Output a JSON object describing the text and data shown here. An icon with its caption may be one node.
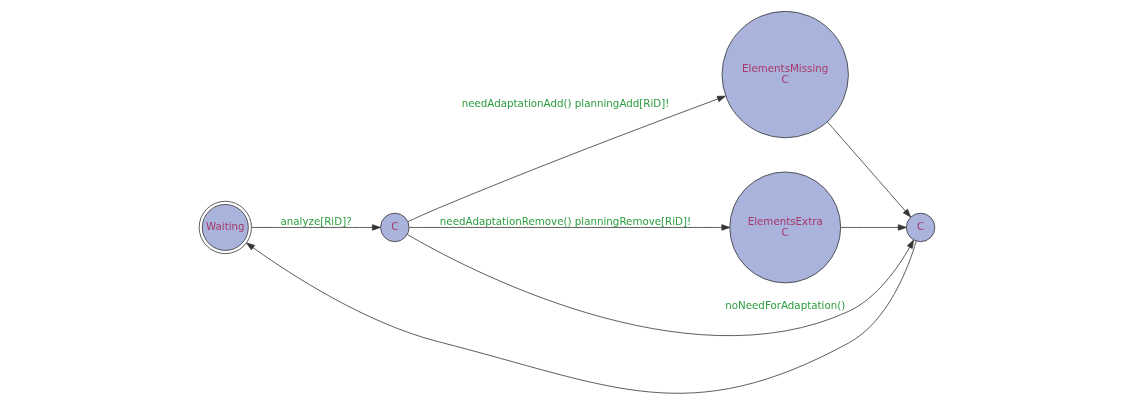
{
  "diagram": {
    "nodes": [
      {
        "text": [
          "Waiting"
        ]
      },
      {
        "text": [
          "C"
        ]
      },
      {
        "text": [
          "ElementsMissing",
          "C"
        ]
      },
      {
        "text": [
          "ElementsExtra",
          "C"
        ]
      },
      {
        "text": [
          "C"
        ]
      }
    ],
    "edges": [
      {
        "from": 0,
        "to": 1,
        "arrow": "to",
        "label": "analyze[RiD]?"
      },
      {
        "from": 1,
        "to": 2,
        "arrow": "to",
        "label": "needAdaptationAdd() planningAdd[RiD]!"
      },
      {
        "from": 1,
        "to": 3,
        "arrow": "to",
        "label": "needAdaptationRemove() planningRemove[RiD]!"
      },
      {
        "from": 1,
        "to": 4,
        "arrow": "to",
        "label": "noNeedForAdaptation()"
      },
      {
        "from": 2,
        "to": 4,
        "arrow": "to"
      },
      {
        "from": 3,
        "to": 4,
        "arrow": "to"
      },
      {
        "from": 4,
        "to": 0,
        "arrow": "to"
      }
    ]
  }
}
